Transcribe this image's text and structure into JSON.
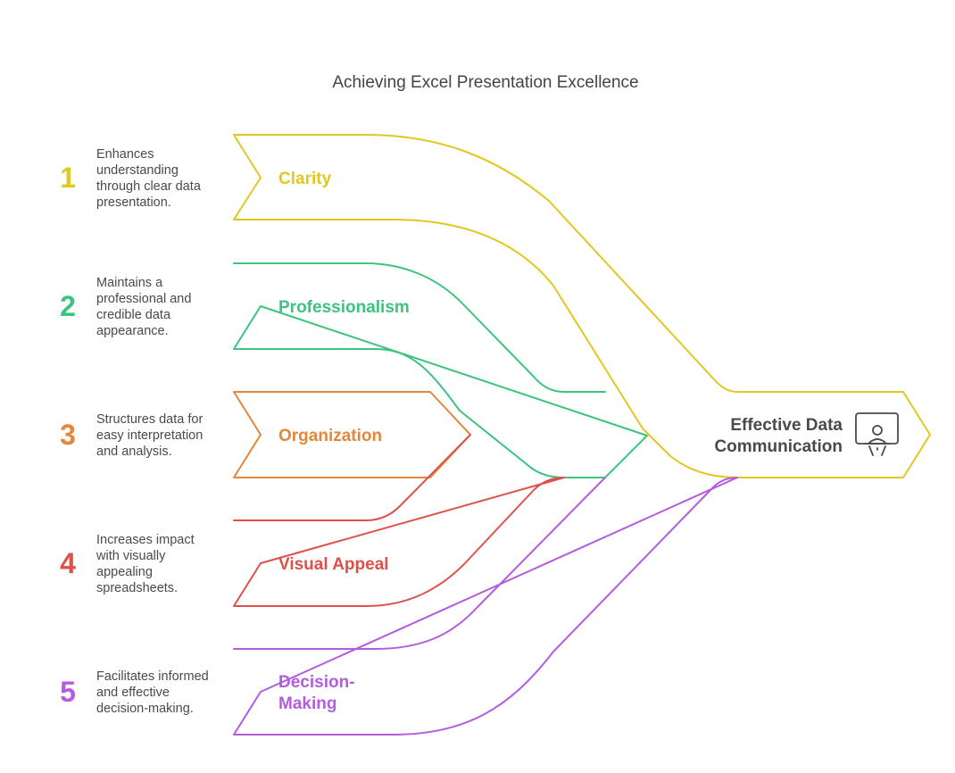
{
  "title": "Achieving Excel Presentation Excellence",
  "output": {
    "label_lines": [
      "Effective Data",
      "Communication"
    ],
    "icon": "presenter-icon",
    "color": "#e0c820"
  },
  "items": [
    {
      "number": "1",
      "label_lines": [
        "Clarity"
      ],
      "color": "#e0c820",
      "description_lines": [
        "Enhances",
        "understanding",
        "through clear data",
        "presentation."
      ]
    },
    {
      "number": "2",
      "label_lines": [
        "Professionalism"
      ],
      "color": "#3cc47f",
      "description_lines": [
        "Maintains a",
        "professional and",
        "credible data",
        "appearance."
      ]
    },
    {
      "number": "3",
      "label_lines": [
        "Organization"
      ],
      "color": "#e3873a",
      "description_lines": [
        "Structures data for",
        "easy interpretation",
        "and analysis."
      ]
    },
    {
      "number": "4",
      "label_lines": [
        "Visual Appeal"
      ],
      "color": "#e0504a",
      "description_lines": [
        "Increases impact",
        "with visually",
        "appealing",
        "spreadsheets."
      ]
    },
    {
      "number": "5",
      "label_lines": [
        "Decision-",
        "Making"
      ],
      "color": "#b35ce0",
      "description_lines": [
        "Facilitates informed",
        "and effective",
        "decision-making."
      ]
    }
  ]
}
